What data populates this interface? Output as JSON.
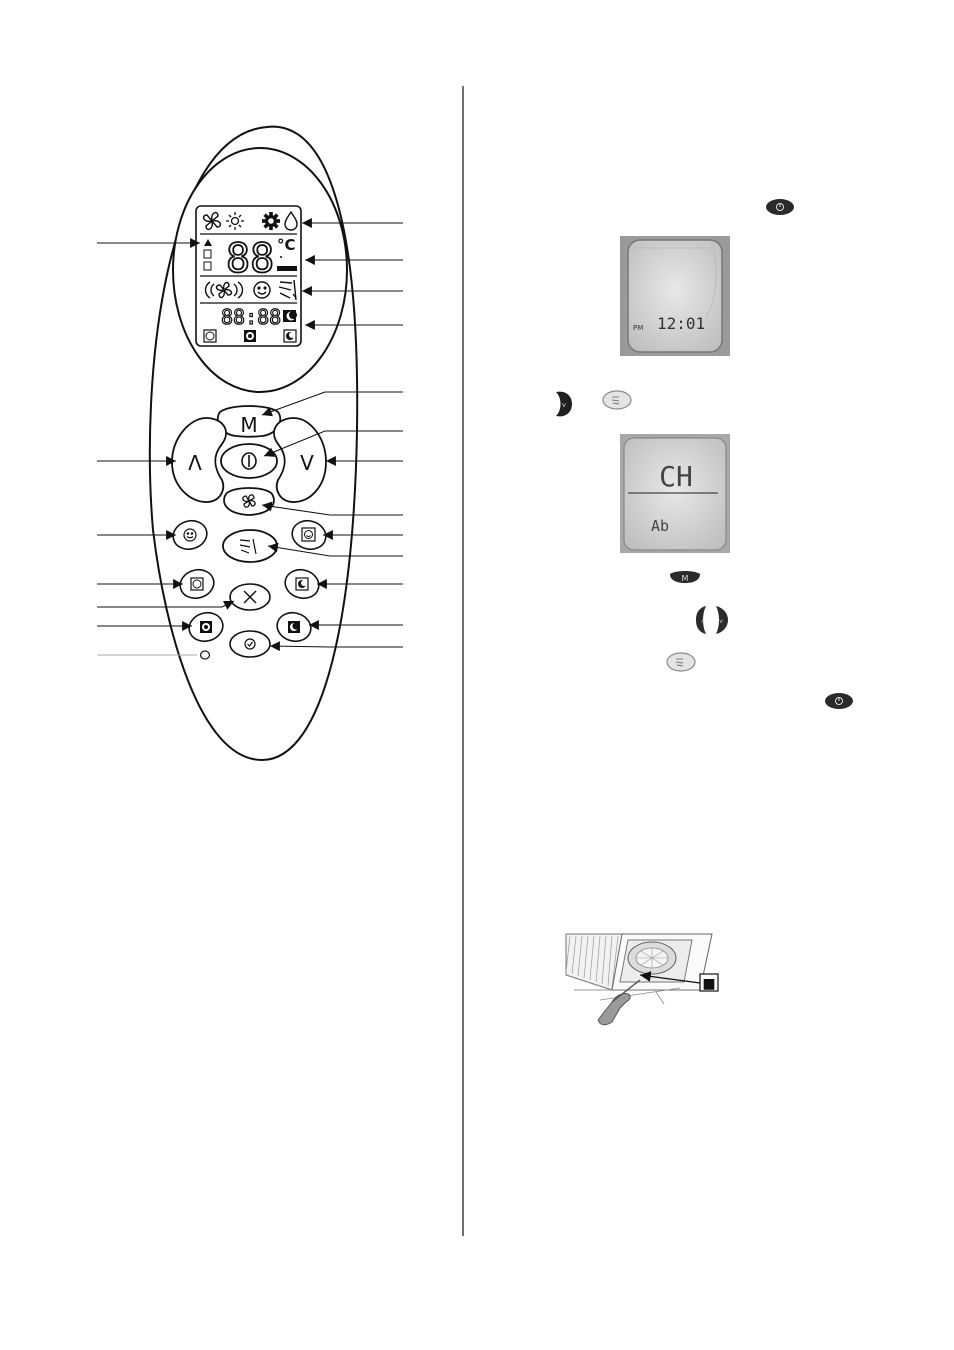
{
  "remote": {
    "display": {
      "temp_digits": "88",
      "temp_unit": "°C",
      "time_digits": "88:88"
    },
    "buttons": {
      "mode_label": "M",
      "up_label": "Λ",
      "down_label": "V"
    },
    "icons": [
      "fan-icon",
      "sun-icon",
      "gear-icon",
      "drop-icon",
      "smiley-icon",
      "swing-icon",
      "moon-icon",
      "clock-icon",
      "power-icon",
      "cross-icon",
      "check-icon"
    ]
  },
  "lcd_time": {
    "ampm": "PM",
    "time": "12:01"
  },
  "lcd_code": {
    "top": "CH",
    "bottom": "Ab"
  },
  "small_buttons": {
    "mode_label": "M",
    "up_label": "∧",
    "down_label": "v"
  },
  "filter_marker": "■"
}
